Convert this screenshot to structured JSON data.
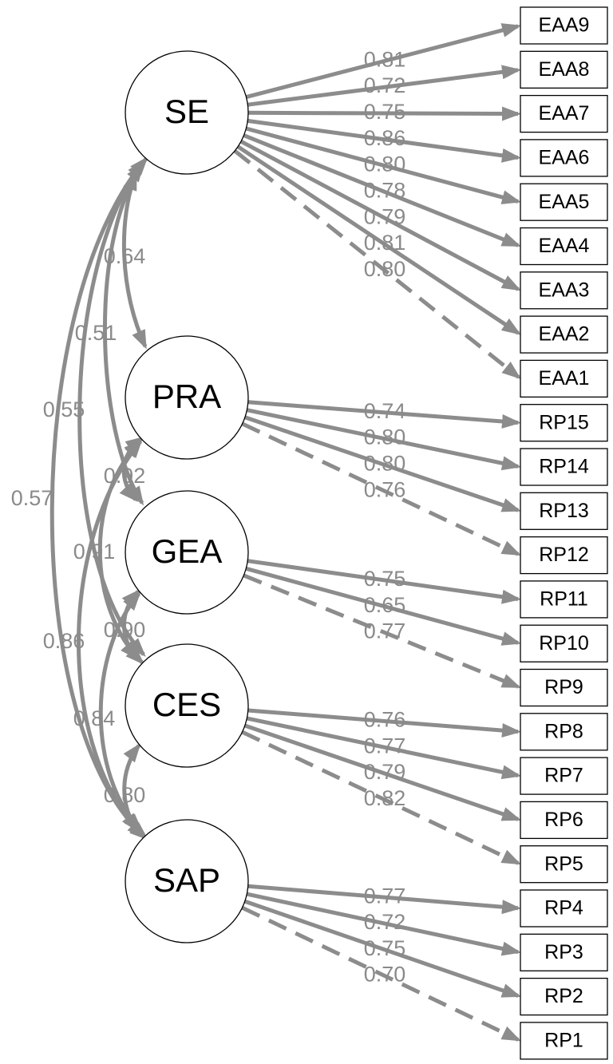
{
  "colors": {
    "edge": "#8c8c8c",
    "label": "#8a8a8a",
    "node_stroke": "#000000"
  },
  "latents": [
    {
      "id": "SE",
      "label": "SE"
    },
    {
      "id": "PRA",
      "label": "PRA"
    },
    {
      "id": "GEA",
      "label": "GEA"
    },
    {
      "id": "CES",
      "label": "CES"
    },
    {
      "id": "SAP",
      "label": "SAP"
    }
  ],
  "indicators": [
    "EAA9",
    "EAA8",
    "EAA7",
    "EAA6",
    "EAA5",
    "EAA4",
    "EAA3",
    "EAA2",
    "EAA1",
    "RP15",
    "RP14",
    "RP13",
    "RP12",
    "RP11",
    "RP10",
    "RP9",
    "RP8",
    "RP7",
    "RP6",
    "RP5",
    "RP4",
    "RP3",
    "RP2",
    "RP1"
  ],
  "loadings": [
    {
      "from": "SE",
      "to": "EAA9",
      "value": "0.81"
    },
    {
      "from": "SE",
      "to": "EAA8",
      "value": "0.72"
    },
    {
      "from": "SE",
      "to": "EAA7",
      "value": "0.75"
    },
    {
      "from": "SE",
      "to": "EAA6",
      "value": "0.86"
    },
    {
      "from": "SE",
      "to": "EAA5",
      "value": "0.80"
    },
    {
      "from": "SE",
      "to": "EAA4",
      "value": "0.78"
    },
    {
      "from": "SE",
      "to": "EAA3",
      "value": "0.79"
    },
    {
      "from": "SE",
      "to": "EAA2",
      "value": "0.81"
    },
    {
      "from": "SE",
      "to": "EAA1",
      "value": "0.80",
      "fixed": true
    },
    {
      "from": "PRA",
      "to": "RP15",
      "value": "0.74"
    },
    {
      "from": "PRA",
      "to": "RP14",
      "value": "0.80"
    },
    {
      "from": "PRA",
      "to": "RP13",
      "value": "0.80"
    },
    {
      "from": "PRA",
      "to": "RP12",
      "value": "0.76",
      "fixed": true
    },
    {
      "from": "GEA",
      "to": "RP11",
      "value": "0.75"
    },
    {
      "from": "GEA",
      "to": "RP10",
      "value": "0.65"
    },
    {
      "from": "GEA",
      "to": "RP9",
      "value": "0.77",
      "fixed": true
    },
    {
      "from": "CES",
      "to": "RP8",
      "value": "0.76"
    },
    {
      "from": "CES",
      "to": "RP7",
      "value": "0.77"
    },
    {
      "from": "CES",
      "to": "RP6",
      "value": "0.79"
    },
    {
      "from": "CES",
      "to": "RP5",
      "value": "0.82",
      "fixed": true
    },
    {
      "from": "SAP",
      "to": "RP4",
      "value": "0.77"
    },
    {
      "from": "SAP",
      "to": "RP3",
      "value": "0.72"
    },
    {
      "from": "SAP",
      "to": "RP2",
      "value": "0.75"
    },
    {
      "from": "SAP",
      "to": "RP1",
      "value": "0.70",
      "fixed": true
    }
  ],
  "covariances": [
    {
      "a": "SE",
      "b": "PRA",
      "value": "0.64"
    },
    {
      "a": "SE",
      "b": "GEA",
      "value": "0.51"
    },
    {
      "a": "SE",
      "b": "CES",
      "value": "0.55"
    },
    {
      "a": "SE",
      "b": "SAP",
      "value": "0.57"
    },
    {
      "a": "PRA",
      "b": "GEA",
      "value": "0.92"
    },
    {
      "a": "PRA",
      "b": "CES",
      "value": "0.91"
    },
    {
      "a": "PRA",
      "b": "SAP",
      "value": "0.86"
    },
    {
      "a": "GEA",
      "b": "CES",
      "value": "0.90"
    },
    {
      "a": "GEA",
      "b": "SAP",
      "value": "0.84"
    },
    {
      "a": "CES",
      "b": "SAP",
      "value": "0.80"
    }
  ]
}
